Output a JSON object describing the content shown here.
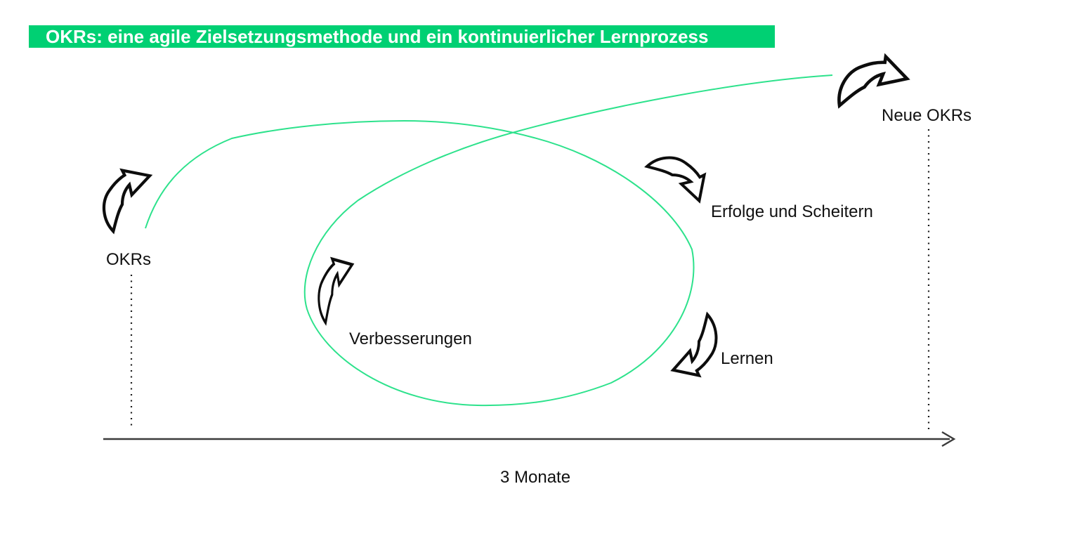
{
  "title": {
    "text": "OKRs: eine agile Zielsetzungsmethode und ein kontinuierlicher Lernprozess"
  },
  "diagram": {
    "colors": {
      "banner_green": "#00d073",
      "curve_green": "#2de28c",
      "ink": "#111111",
      "axis_gray": "#3b3b3b"
    },
    "nodes": {
      "okrs": "OKRs",
      "verbesserungen": "Verbesserungen",
      "erfolge": "Erfolge und Scheitern",
      "lernen": "Lernen",
      "neue_okrs": "Neue OKRs"
    },
    "axis": {
      "label": "3 Monate"
    },
    "icons": {
      "okrs_arrow": "curved-arrow-up-right-icon",
      "verbesserungen_arrow": "curved-arrow-up-icon",
      "erfolge_arrow": "curved-arrow-down-right-icon",
      "lernen_arrow": "curved-arrow-down-left-icon",
      "neue_okrs_arrow": "curved-arrow-right-icon"
    }
  }
}
